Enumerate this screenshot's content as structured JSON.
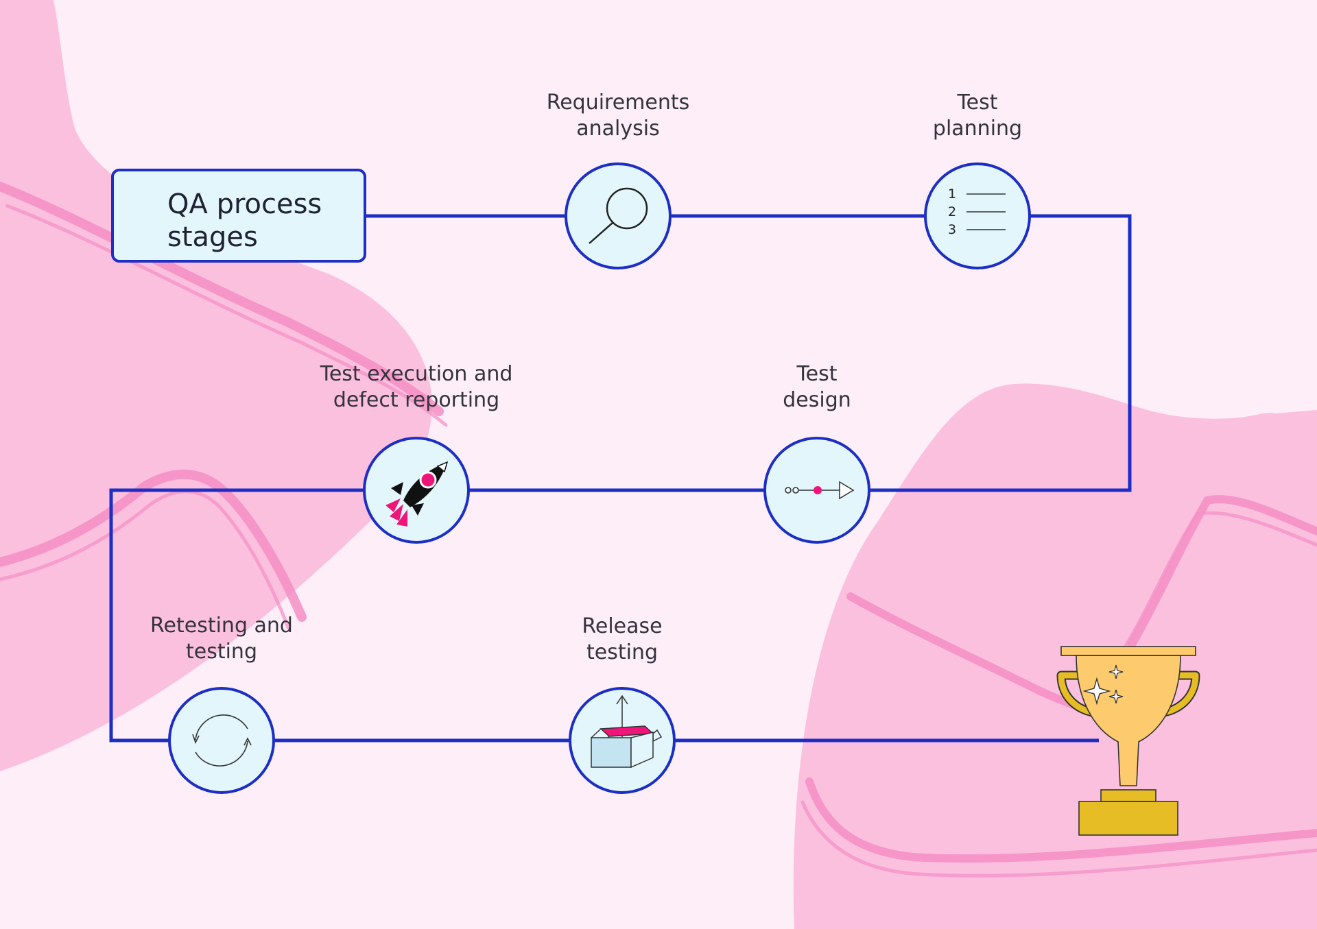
{
  "title": {
    "line1": "QA process",
    "line2": "stages"
  },
  "stages": [
    {
      "id": "requirements-analysis",
      "line1": "Requirements",
      "line2": "analysis",
      "icon": "magnifier-icon"
    },
    {
      "id": "test-planning",
      "line1": "Test",
      "line2": "planning",
      "icon": "numbered-list-icon",
      "list_numbers": [
        "1",
        "2",
        "3"
      ]
    },
    {
      "id": "test-design",
      "line1": "Test",
      "line2": "design",
      "icon": "flow-arrow-icon"
    },
    {
      "id": "test-execution",
      "line1": "Test execution and",
      "line2": "defect reporting",
      "icon": "rocket-icon"
    },
    {
      "id": "retesting",
      "line1": "Retesting and",
      "line2": "testing",
      "icon": "cycle-arrows-icon"
    },
    {
      "id": "release-testing",
      "line1": "Release",
      "line2": "testing",
      "icon": "open-box-icon"
    }
  ],
  "final_icon": "trophy-icon",
  "colors": {
    "background": "#fdeef8",
    "blob": "#fcc0df",
    "stroke": "#f48ec4",
    "line": "#1c2ec4",
    "node_fill": "#e3f6fb",
    "accent": "#f0157a",
    "trophy": "#fdcb6e",
    "trophy_base": "#e6bd25"
  }
}
